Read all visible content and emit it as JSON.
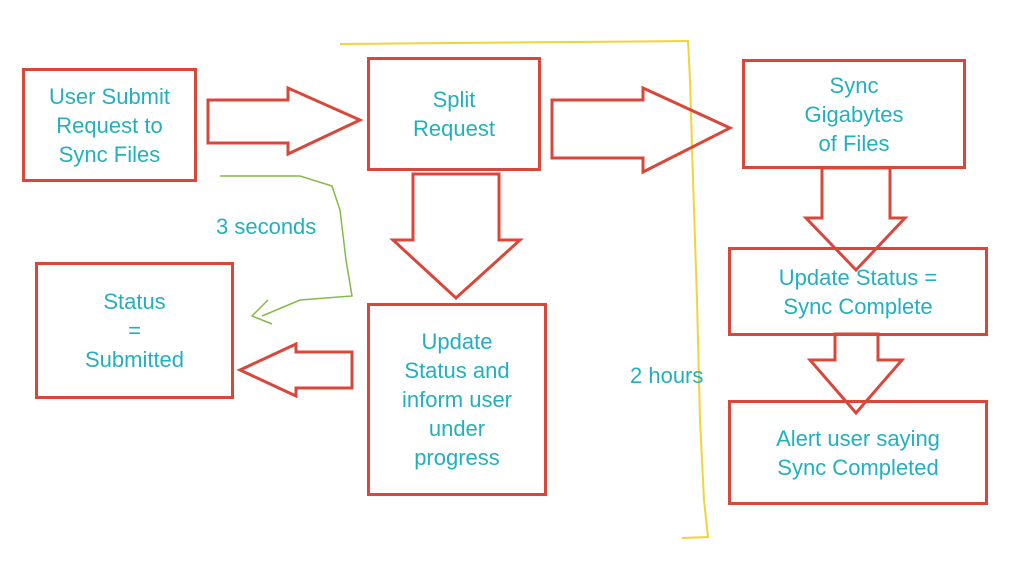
{
  "colors": {
    "box_border": "#d9473b",
    "arrow": "#d9473b",
    "text": "#22b0bf",
    "timeline": "#f0d43a",
    "connector": "#86b84a"
  },
  "nodes": {
    "submit": "User Submit\nRequest to\nSync Files",
    "split": "Split\nRequest",
    "sync": "Sync\nGigabytes\nof Files",
    "submitted": "Status\n=\nSubmitted",
    "inform": "Update\nStatus and\ninform user\nunder\nprogress",
    "complete": "Update Status =\nSync Complete",
    "alert": "Alert user saying\nSync Completed"
  },
  "annotations": {
    "fast": "3 seconds",
    "slow": "2 hours"
  }
}
